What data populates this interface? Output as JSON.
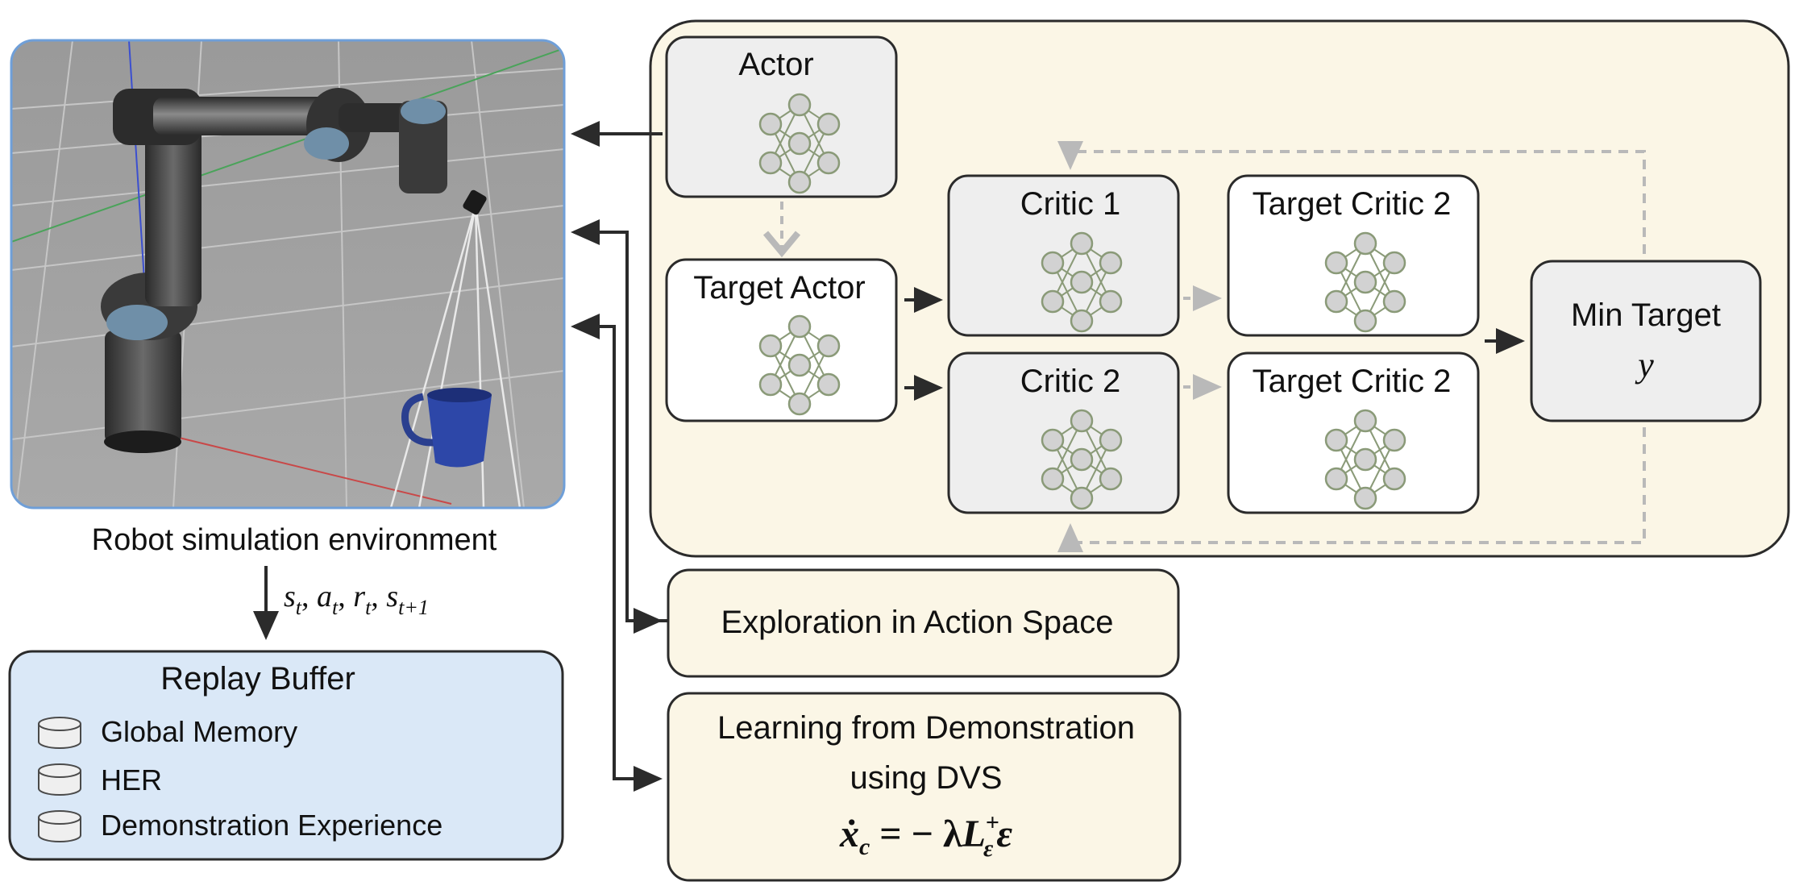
{
  "colors": {
    "panel_fill": "#fbf6e6",
    "panel_stroke": "#2b2b2b",
    "network_box_fill": "#eeeeee",
    "white_box_fill": "#ffffff",
    "replay_fill": "#dae8f7",
    "sim_border": "#6f9fd8",
    "neuron_fill": "#d2d2d2",
    "neuron_stroke": "#8a9a78",
    "dashed_arrow": "#b9b9b9",
    "solid_arrow": "#2b2b2b"
  },
  "simulation": {
    "caption": "Robot simulation environment",
    "transition": {
      "s": "s",
      "t": "t",
      "a": "a",
      "r": "r",
      "t_plus_1": "t+1"
    }
  },
  "replay_buffer": {
    "title": "Replay Buffer",
    "items": [
      "Global Memory",
      "HER",
      "Demonstration Experience"
    ]
  },
  "networks": {
    "actor": "Actor",
    "target_actor": "Target Actor",
    "critic_1": "Critic 1",
    "critic_2": "Critic 2",
    "target_critic_top": "Target Critic 2",
    "target_critic_bottom": "Target Critic 2",
    "min_target": "Min Target",
    "min_target_symbol": "y"
  },
  "exploration": {
    "label": "Exploration in Action Space"
  },
  "demonstration": {
    "line1": "Learning from Demonstration",
    "line2": "using DVS",
    "formula": {
      "lhs": "ẋ",
      "lhs_sub": "c",
      "eq": " = − λ",
      "L": "L",
      "L_sup": "+",
      "L_sub": "ε",
      "rhs": "ε"
    }
  }
}
